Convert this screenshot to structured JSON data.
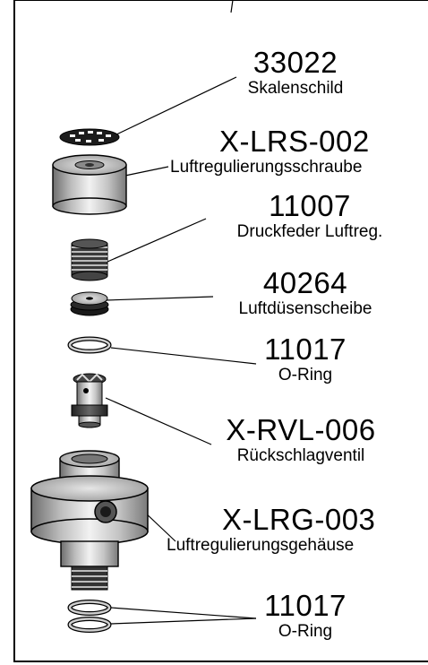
{
  "parts": [
    {
      "number": "33022",
      "name": "Skalenschild"
    },
    {
      "number": "X-LRS-002",
      "name": "Luftregulierungsschraube"
    },
    {
      "number": "11007",
      "name": "Druckfeder Luftreg."
    },
    {
      "number": "40264",
      "name": "Luftdüsenscheibe"
    },
    {
      "number": "11017",
      "name": "O-Ring"
    },
    {
      "number": "X-RVL-006",
      "name": "Rückschlagventil"
    },
    {
      "number": "X-LRG-003",
      "name": "Luftregulierungsgehäuse"
    },
    {
      "number": "11017",
      "name": "O-Ring"
    }
  ]
}
